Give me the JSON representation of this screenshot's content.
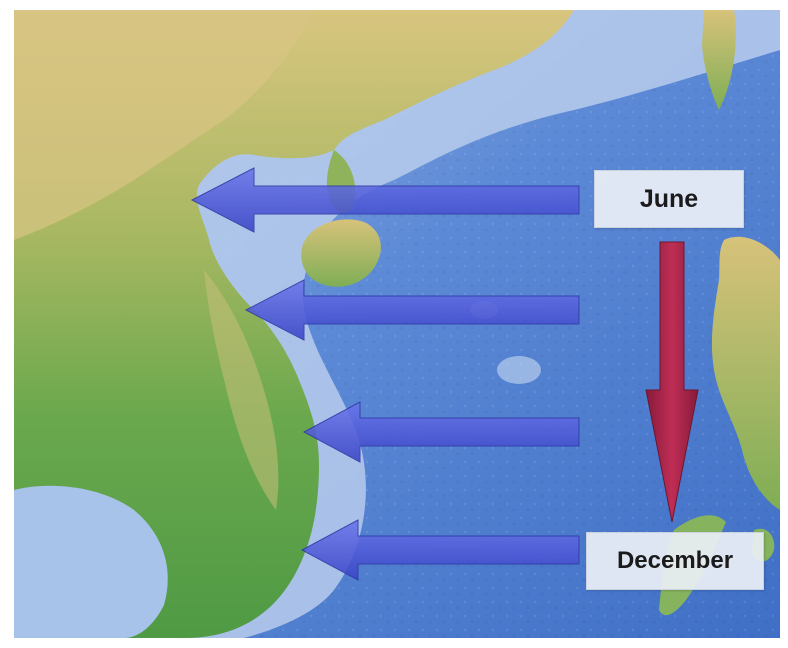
{
  "map": {
    "labels": {
      "start_month": "June",
      "end_month": "December"
    },
    "colors": {
      "westward_arrows": "#4a55d8",
      "time_arrow": "#b51e3f",
      "deep_sea": "#4f7fd0",
      "shallow_sea": "#b3c9ea",
      "lowland": "#5fa34a",
      "highland": "#d9c78a"
    },
    "westward_arrow_count": 4,
    "time_arrow_direction": "down"
  }
}
